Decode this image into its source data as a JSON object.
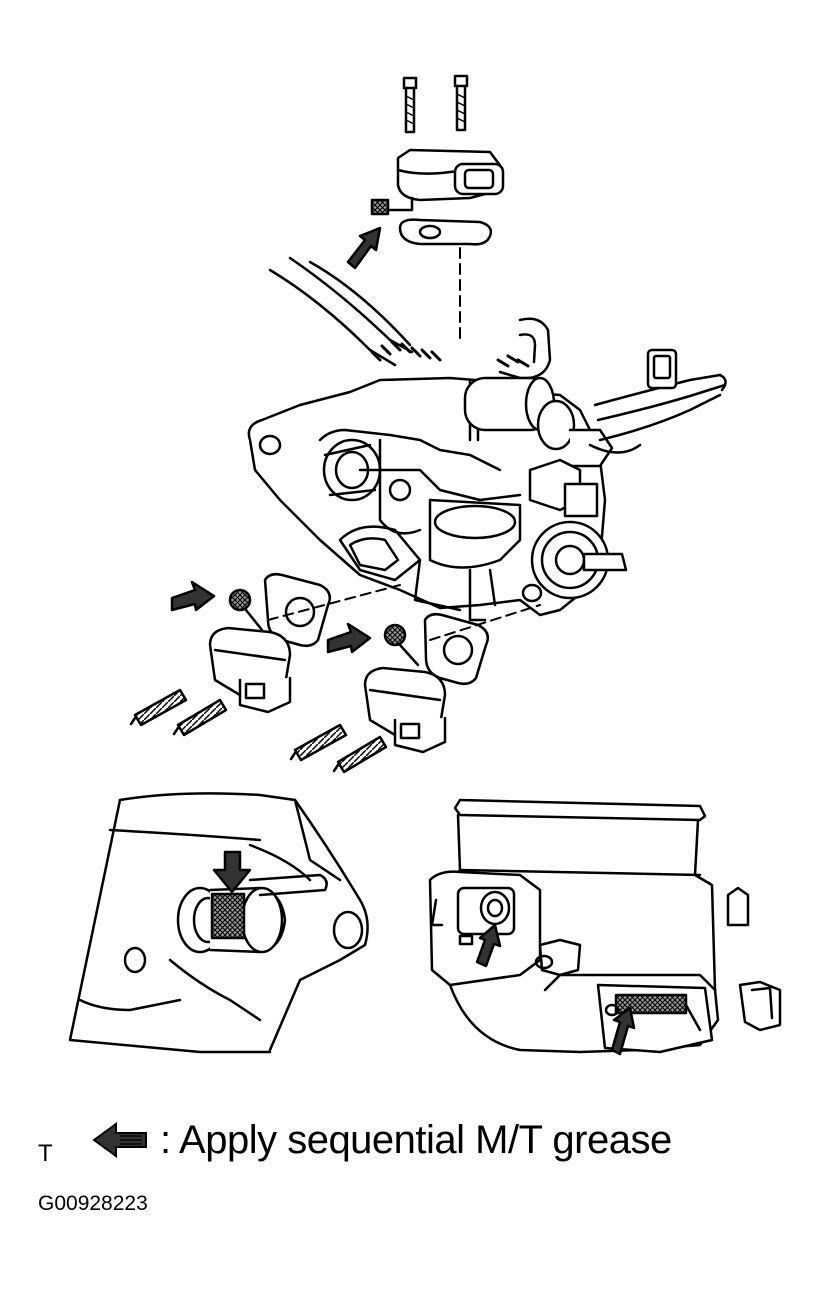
{
  "legend": {
    "prefix": "T",
    "text": ": Apply sequential M/T grease",
    "arrow_icon": "grease-arrow-icon"
  },
  "figure_code": "G00928223",
  "colors": {
    "ink": "#000000",
    "paper": "#ffffff",
    "grease_fill": "#555555"
  }
}
